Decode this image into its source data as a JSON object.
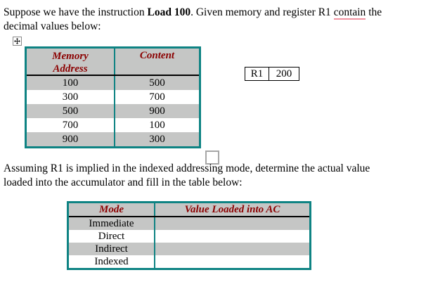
{
  "colors": {
    "page_bg": "#ffffff",
    "text": "#000000",
    "teal_border": "#0e8383",
    "gray_fill": "#c5c6c5",
    "maroon_text": "#8b0000",
    "grammar_underline": "#f192a0"
  },
  "intro": {
    "line1_pre": "Suppose we have the instruction ",
    "line1_bold": "Load 100",
    "line1_mid": ". Given memory and register R1 ",
    "line1_flagged_word": "contain",
    "line1_post": " the",
    "line2": "decimal values below:"
  },
  "memory_table": {
    "col1_header": "Memory Address",
    "col2_header": "Content",
    "rows": [
      [
        "100",
        "500"
      ],
      [
        "300",
        "700"
      ],
      [
        "500",
        "900"
      ],
      [
        "700",
        "100"
      ],
      [
        "900",
        "300"
      ]
    ]
  },
  "register": {
    "name": "R1",
    "value": "200"
  },
  "question": {
    "line1": "Assuming R1 is implied in the indexed addressing mode, determine the actual value",
    "line2": "loaded into the accumulator and fill in the table below:"
  },
  "mode_table": {
    "col1_header": "Mode",
    "col2_header": "Value Loaded into AC",
    "rows": [
      {
        "mode": "Immediate",
        "value": ""
      },
      {
        "mode": "Direct",
        "value": ""
      },
      {
        "mode": "Indirect",
        "value": ""
      },
      {
        "mode": "Indexed",
        "value": ""
      }
    ]
  }
}
